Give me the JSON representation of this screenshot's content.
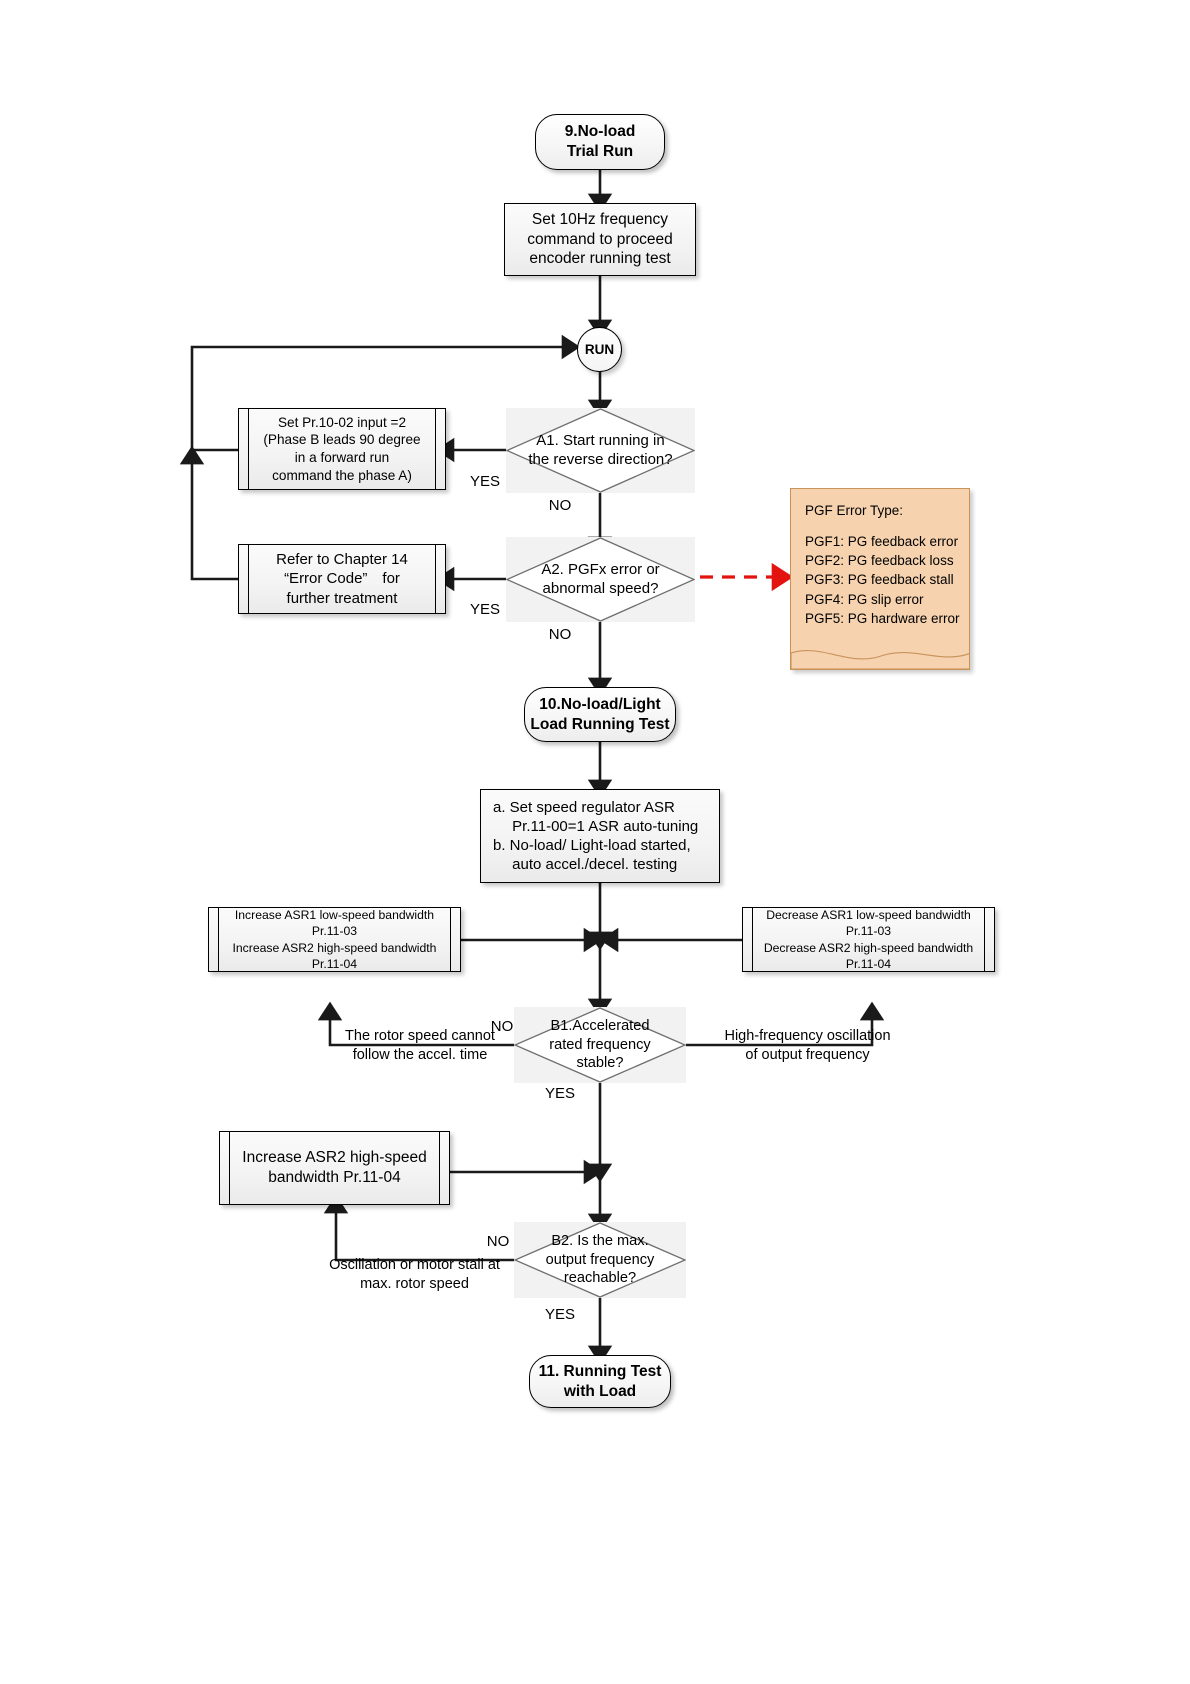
{
  "diagram": {
    "title": "No-load Trial Run / No-load Light Load Running Test flowchart",
    "type": "flowchart"
  },
  "nodes": {
    "start": {
      "label": "9.No-load\nTrial Run",
      "shape": "terminator"
    },
    "set_10hz": {
      "label": "Set 10Hz frequency\ncommand to proceed\nencoder running test",
      "shape": "process"
    },
    "run": {
      "label": "RUN",
      "shape": "connector"
    },
    "a1": {
      "label": "A1. Start running in\nthe reverse direction?",
      "shape": "decision"
    },
    "set_pr1002": {
      "label": "Set Pr.10-02 input =2\n(Phase B leads 90 degree\nin a forward run\ncommand the phase A)",
      "shape": "predefined-process"
    },
    "a2": {
      "label": "A2. PGFx error or\nabnormal speed?",
      "shape": "decision"
    },
    "refer_ch14": {
      "label": "Refer to Chapter 14\n“Error Code”　for\nfurther treatment",
      "shape": "predefined-process"
    },
    "step10": {
      "label": "10.No-load/Light\nLoad Running Test",
      "shape": "terminator"
    },
    "asr_setup": {
      "label": "a. Set speed regulator ASR\n　 Pr.11-00=1 ASR auto-tuning\nb. No-load/ Light-load started,\n　 auto accel./decel. testing",
      "shape": "process"
    },
    "increase_bw": {
      "label": "Increase ASR1 low-speed bandwidth\nPr.11-03\nIncrease ASR2 high-speed bandwidth\nPr.11-04",
      "shape": "predefined-process"
    },
    "decrease_bw": {
      "label": "Decrease ASR1 low-speed bandwidth\nPr.11-03\nDecrease ASR2 high-speed bandwidth\nPr.11-04",
      "shape": "predefined-process"
    },
    "b1": {
      "label": "B1.Accelerated\nrated frequency\nstable?",
      "shape": "decision"
    },
    "increase_asr2": {
      "label": "Increase ASR2 high-speed\nbandwidth Pr.11-04",
      "shape": "predefined-process"
    },
    "b2": {
      "label": "B2. Is the max.\noutput frequency\nreachable?",
      "shape": "decision"
    },
    "end": {
      "label": "11. Running Test\nwith Load",
      "shape": "terminator"
    }
  },
  "note": {
    "title": "PGF Error Type:",
    "items": [
      "PGF1: PG feedback error",
      "PGF2: PG feedback loss",
      "PGF3: PG feedback stall",
      "PGF4: PG slip error",
      "PGF5: PG hardware error"
    ],
    "fill_color": "#f6d2ae",
    "border_color": "#c8935b",
    "connector_color": "#e3140f",
    "connector_style": "dashed"
  },
  "edge_labels": {
    "a1_yes": "YES",
    "a1_no": "NO",
    "a2_yes": "YES",
    "a2_no": "NO",
    "b1_no": "NO",
    "b1_yes": "YES",
    "b1_left_reason": "The rotor speed cannot\nfollow the accel. time",
    "b1_right_reason": "High-frequency oscillation\nof output frequency",
    "b2_no": "NO",
    "b2_yes": "YES",
    "b2_left_reason": "Oscillation or motor stall at\nmax. rotor speed"
  },
  "colors": {
    "line": "#1a1a1a",
    "node_fill": "#f4f4f4",
    "decision_fill": "#f2f2f2",
    "page_background": "#ffffff"
  }
}
